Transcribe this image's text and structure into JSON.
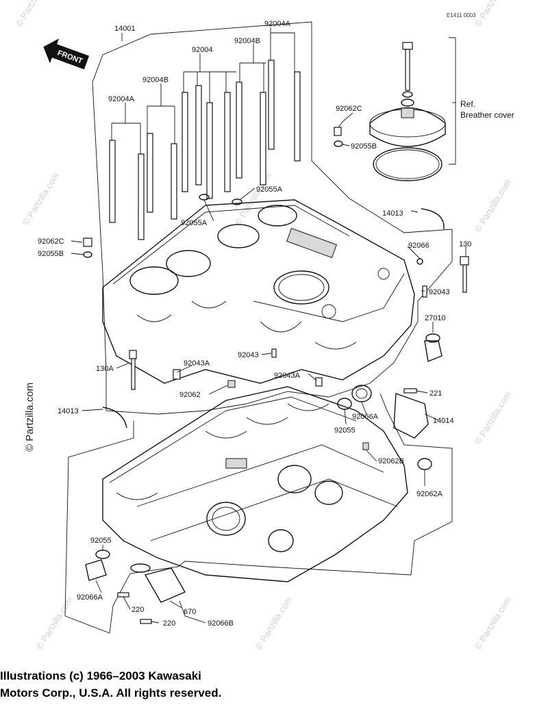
{
  "diagram": {
    "code": "E1411 0003",
    "front_label": "FRONT",
    "labels": {
      "l14001": "14001",
      "l92004": "92004",
      "l92004A_top": "92004A",
      "l92004B_top": "92004B",
      "l92004B_mid": "92004B",
      "l92004A_left": "92004A",
      "l92062C_top": "92062C",
      "l92055B_top": "92055B",
      "l92055A_a": "92055A",
      "l92055A_b": "92055A",
      "l14013_top": "14013",
      "l92066": "92066",
      "l130_right": "130",
      "l92062C_left": "92062C",
      "l92055B_left": "92055B",
      "l92043_right": "92043",
      "l27010": "27010",
      "l130_left": "130A",
      "l92043A_mid": "92043A",
      "l92043_mid": "92043",
      "l92043A_right": "92043A",
      "l221": "221",
      "l92062": "92062",
      "l14013_left": "14013",
      "l92066A_mid": "92066A",
      "l14014": "14014",
      "l92055_mid": "92055",
      "l92062B": "92062B",
      "l92062A": "92062A",
      "l92055_low": "92055",
      "l92066A_low": "92066A",
      "l220_a": "220",
      "l670": "670",
      "l220_b": "220",
      "l92066B": "92066B"
    },
    "ref_note": [
      "Ref.",
      "Breather cover"
    ],
    "watermark": "© Partzilla.com"
  },
  "copyright": {
    "line1": "Illustrations (c) 1966–2003 Kawasaki",
    "line2": "Motors Corp., U.S.A.  All rights reserved."
  }
}
